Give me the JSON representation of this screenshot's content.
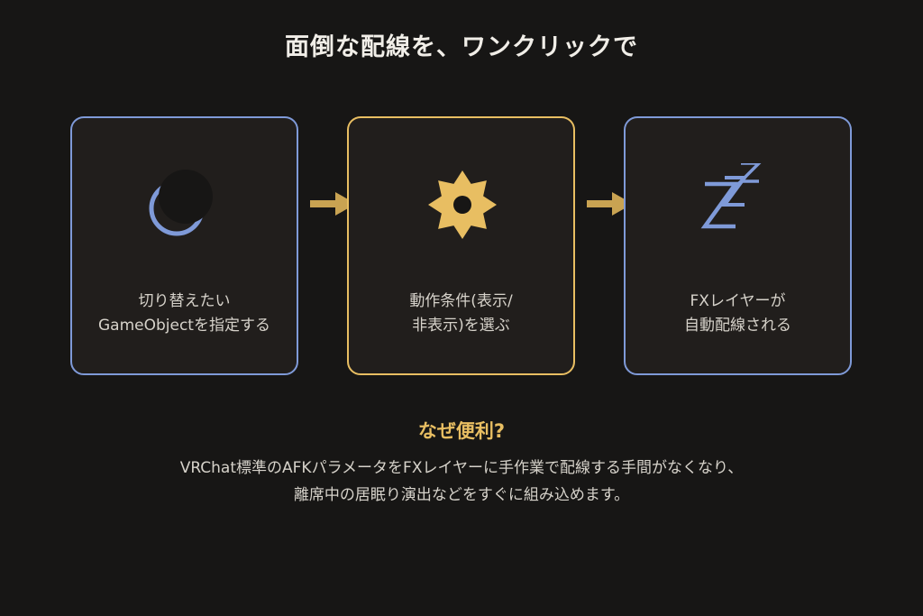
{
  "title": "面倒な配線を、ワンクリックで",
  "steps": [
    {
      "icon": "moon-icon",
      "accent": "#7f9ad8",
      "lines": [
        "切り替えたい",
        "GameObjectを指定する"
      ]
    },
    {
      "icon": "gear-icon",
      "accent": "#e8be62",
      "lines": [
        "動作条件(表示/",
        "非表示)を選ぶ"
      ]
    },
    {
      "icon": "sleep-zzz-icon",
      "accent": "#7f9ad8",
      "lines": [
        "FXレイヤーが",
        "自動配線される"
      ]
    }
  ],
  "arrow_color": "#c9a352",
  "why": {
    "title": "なぜ便利?",
    "lines": [
      "VRChat標準のAFKパラメータをFXレイヤーに手作業で配線する手間がなくなり、",
      "離席中の居眠り演出などをすぐに組み込めます。"
    ]
  }
}
